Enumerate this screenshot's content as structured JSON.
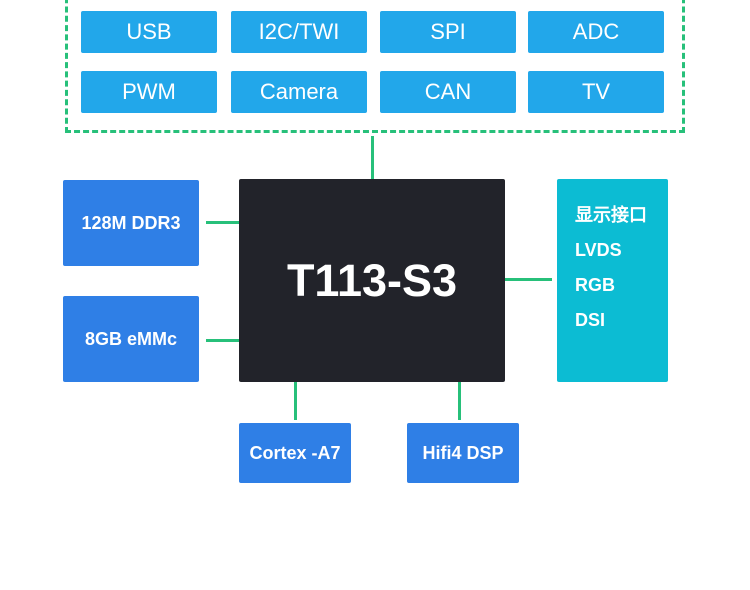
{
  "peripherals": [
    "USB",
    "I2C/TWI",
    "SPI",
    "ADC",
    "PWM",
    "Camera",
    "CAN",
    "TV"
  ],
  "soc": {
    "label": "T113-S3"
  },
  "memory": {
    "ddr": "128M DDR3",
    "storage": "8GB eMMc"
  },
  "cores": {
    "cpu": "Cortex -A7",
    "dsp": "Hifi4 DSP"
  },
  "display": {
    "title": "显示接口",
    "items": [
      "LVDS",
      "RGB",
      "DSI"
    ]
  },
  "colors": {
    "peripheral_box": "#22a7ea",
    "soc_box": "#22232a",
    "memory_box": "#2f7fe6",
    "display_box": "#0cbcd3",
    "connector": "#27c07a"
  }
}
